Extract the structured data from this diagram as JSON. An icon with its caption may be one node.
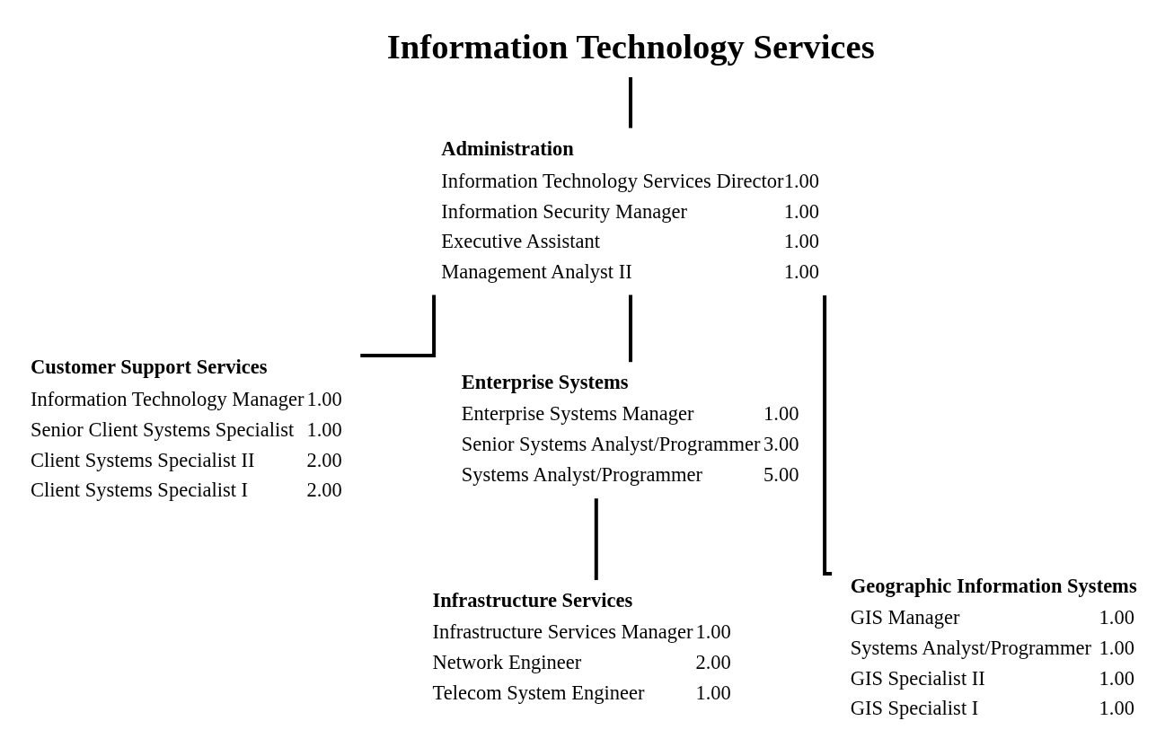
{
  "diagram": {
    "nodes": [
      {
        "text": [
          "Information Technology Services"
        ]
      },
      {
        "text": [
          "Administration",
          "Information Technology Services Director",
          "1.00",
          "Information Security Manager",
          "1.00",
          "Executive Assistant",
          "1.00",
          "Management Analyst II",
          "1.00"
        ]
      },
      {
        "text": [
          "Customer Support Services",
          "Information Technology Manager",
          "1.00",
          "Senior Client Systems Specialist",
          "1.00",
          "Client Systems Specialist II",
          "2.00",
          "Client Systems Specialist I",
          "2.00"
        ]
      },
      {
        "text": [
          "Enterprise Systems",
          "Enterprise Systems Manager",
          "1.00",
          "Senior Systems Analyst/Programmer",
          "3.00",
          "Systems Analyst/Programmer",
          "5.00"
        ]
      },
      {
        "text": [
          "Geographic Information Systems",
          "GIS Manager",
          "1.00",
          "Systems Analyst/Programmer",
          "1.00",
          "GIS Specialist II",
          "1.00",
          "GIS Specialist I",
          "1.00"
        ]
      },
      {
        "text": [
          "Infrastructure Services",
          "Infrastructure Services Manager",
          "1.00",
          "Network Engineer",
          "2.00",
          "Telecom System Engineer",
          "1.00"
        ]
      }
    ],
    "edges": [
      {
        "from": 0,
        "to": 1,
        "arrow": "none"
      },
      {
        "from": 1,
        "to": 2,
        "arrow": "none"
      },
      {
        "from": 1,
        "to": 3,
        "arrow": "none"
      },
      {
        "from": 1,
        "to": 4,
        "arrow": "none"
      },
      {
        "from": 3,
        "to": 5,
        "arrow": "none"
      }
    ]
  }
}
